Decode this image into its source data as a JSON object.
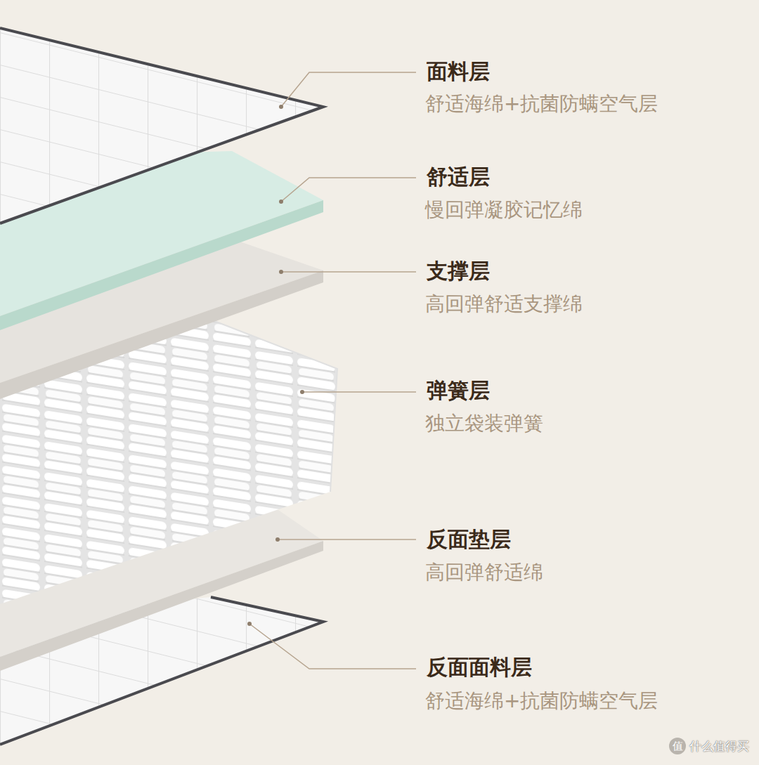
{
  "diagram": {
    "labels": [
      "面料层",
      "舒适海绵+抗菌防螨空气层",
      "舒适层",
      "慢回弹凝胶记忆绵",
      "支撑层",
      "高回弹舒适支撑绵",
      "弹簧层",
      "独立袋装弹簧",
      "反面垫层",
      "高回弹舒适绵",
      "反面面料层",
      "舒适海绵+抗菌防螨空气层",
      "值",
      "什么值得买"
    ]
  }
}
